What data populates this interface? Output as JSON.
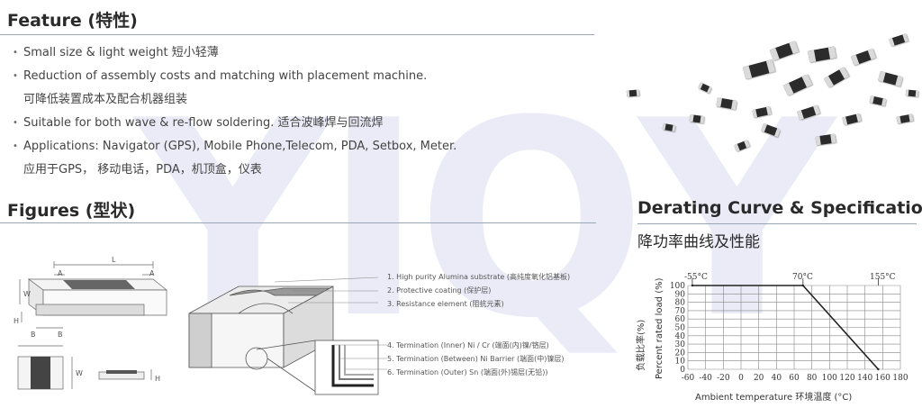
{
  "watermark": "YIQY",
  "feature": {
    "title": "Feature (特性)",
    "items": [
      {
        "line1": "Small size & light weight 短小轻薄"
      },
      {
        "line1": "Reduction of assembly costs and matching with placement machine.",
        "line2": "可降低装置成本及配合机器组装"
      },
      {
        "line1": "Suitable for both wave & re-flow soldering. 适合波峰焊与回流焊"
      },
      {
        "line1": "Applications: Navigator (GPS), Mobile Phone,Telecom, PDA, Setbox, Meter.",
        "line2": "应用于GPS， 移动电话，PDA，机顶盒，仪表"
      }
    ]
  },
  "figures": {
    "title": "Figures (型状)",
    "dims": {
      "L": "L",
      "A": "A",
      "W": "W",
      "H": "H",
      "B": "B"
    },
    "callouts": [
      "1. High purity Alumina substrate (高纯度氧化铝基板)",
      "2. Protective coating (保护层)",
      "3. Resistance element (阻抗元素)",
      "4. Termination (Inner) Ni / Cr (端面(内)镍/铬层)",
      "5. Termination (Between) Ni Barrier (端面(中)镍层)",
      "6. Termination (Outer) Sn (端面(外)锡层(无铅))"
    ]
  },
  "derating": {
    "title": "Derating Curve & Specification",
    "subtitle": "降功率曲线及性能",
    "top_labels": [
      "-55°C",
      "70°C",
      "155°C"
    ]
  },
  "chart_data": {
    "type": "line",
    "x": [
      -55,
      70,
      155
    ],
    "series": [
      {
        "values": [
          100,
          100,
          0
        ]
      }
    ],
    "xlabel": "Ambient temperature 环境温度 (°C)",
    "ylabel_cn": "负载比率(%)",
    "ylabel": "Percent rated load (%)",
    "xlim": [
      -60,
      180
    ],
    "ylim": [
      0,
      100
    ],
    "xticks": [
      -60,
      -40,
      -20,
      0,
      20,
      40,
      60,
      80,
      100,
      120,
      140,
      160,
      180
    ],
    "yticks": [
      0,
      10,
      20,
      30,
      40,
      50,
      60,
      70,
      80,
      90,
      100
    ],
    "grid": true
  },
  "colors": {
    "accent_rule": "#9aa6b6",
    "chip_body": "#2b2b2b"
  }
}
